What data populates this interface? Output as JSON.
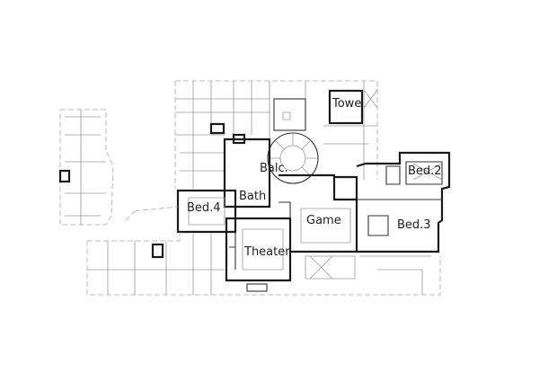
{
  "floor_plan": {
    "rooms": [
      {
        "id": "tower",
        "label": "Towe"
      },
      {
        "id": "balcony",
        "label": "Balc."
      },
      {
        "id": "bed2",
        "label": "Bed.2"
      },
      {
        "id": "bed4",
        "label": "Bed.4"
      },
      {
        "id": "bath",
        "label": "Bath"
      },
      {
        "id": "game",
        "label": "Game"
      },
      {
        "id": "bed3",
        "label": "Bed.3"
      },
      {
        "id": "theater",
        "label": "Theater"
      }
    ],
    "colors": {
      "walls": "#1a1a1a",
      "outline": "#a8a8a8",
      "background": "#ffffff"
    }
  }
}
